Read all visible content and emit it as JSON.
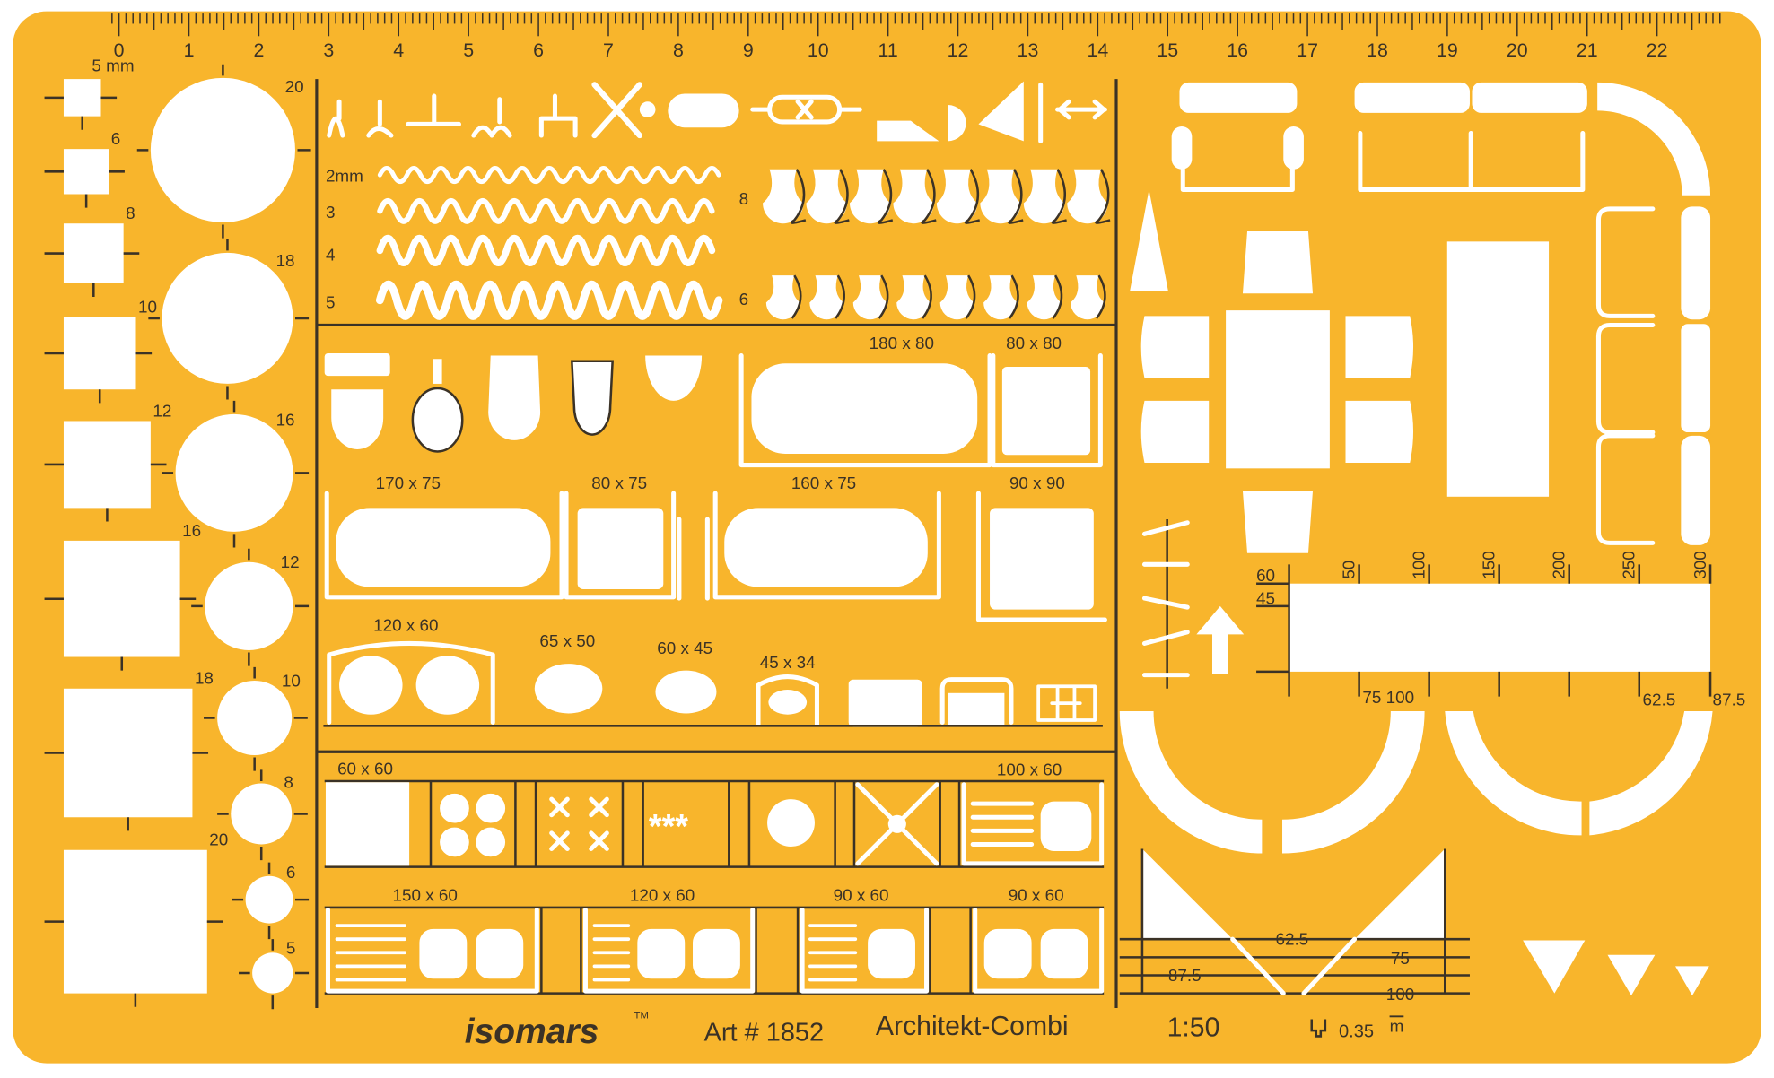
{
  "colors": {
    "plate": "#F8B52C",
    "cutout": "#FFFFFF",
    "ink": "#3B3226"
  },
  "ruler": {
    "labels": [
      "0",
      "1",
      "2",
      "3",
      "4",
      "5",
      "6",
      "7",
      "8",
      "9",
      "10",
      "11",
      "12",
      "13",
      "14",
      "15",
      "16",
      "17",
      "18",
      "19",
      "20",
      "21",
      "22"
    ]
  },
  "squares": {
    "first_label": "5 mm",
    "labels": [
      "6",
      "8",
      "10",
      "12",
      "16",
      "18",
      "20"
    ]
  },
  "circles": {
    "labels": [
      "20",
      "18",
      "16",
      "12",
      "10",
      "8",
      "6",
      "5"
    ]
  },
  "lines": {
    "labels": [
      "2mm",
      "3",
      "4",
      "5"
    ],
    "bulb_labels": [
      "8",
      "6"
    ]
  },
  "sanitary": {
    "labels": [
      "180 x 80",
      "80 x 80",
      "170 x 75",
      "80 x 75",
      "160 x 75",
      "90 x 90",
      "120 x 60",
      "65 x 50",
      "60 x 45",
      "45 x 34"
    ]
  },
  "kitchen": {
    "labels": [
      "60 x 60",
      "100 x 60",
      "150 x 60",
      "120 x 60",
      "90 x 60",
      "90 x 60"
    ]
  },
  "bed_scale": {
    "side": [
      "60",
      "45"
    ],
    "top": [
      "50",
      "100",
      "150",
      "200",
      "250",
      "300"
    ],
    "bottom": [
      "75 100",
      "62.5",
      "87.5"
    ]
  },
  "stairs": {
    "labels": [
      "62.5",
      "87.5",
      "75",
      "100"
    ]
  },
  "footer": {
    "brand": "isomars",
    "tm": "TM",
    "article": "Art # 1852",
    "product": "Architekt-Combi",
    "scale": "1:50",
    "pen": "0.35",
    "unit": "m"
  }
}
